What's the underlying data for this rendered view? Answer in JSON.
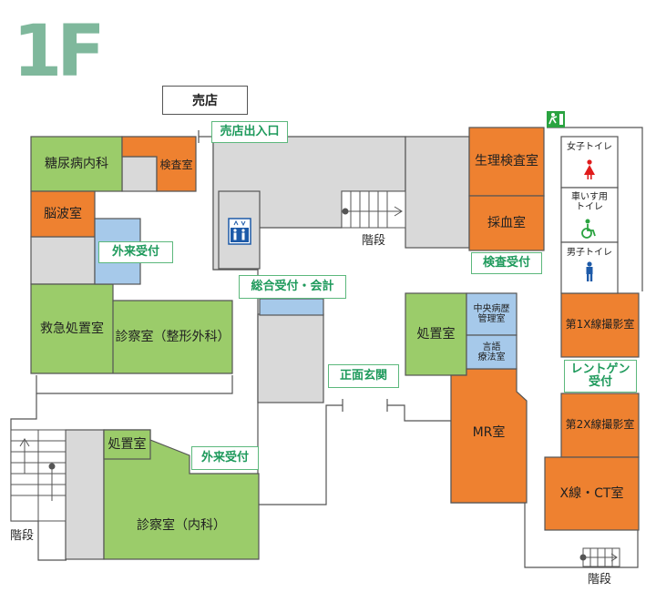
{
  "floor": "1F",
  "colors": {
    "orange": "#ee8130",
    "green": "#9bcc6a",
    "blue": "#a6c9ea",
    "gray": "#d9d9d9",
    "line": "#555555",
    "tag_green": "#1f9a5c"
  },
  "rooms": {
    "baiten": "売店",
    "tonyo": "糖尿病内科",
    "kensa_left": "検査室",
    "nouha": "脳波室",
    "kyukyu": "救急処置室",
    "shinsatsu_seikei": "診察室（整形外科）",
    "seiri_kensa": "生理検査室",
    "saiketsu": "採血室",
    "shochi_right": "処置室",
    "chuo_byori": "中央病歴\n管理室",
    "gengo": "言語\n療法室",
    "mr": "MR室",
    "xray1": "第1X線撮影室",
    "xray2": "第2X線撮影室",
    "xct": "X線・CT室",
    "shochi_left": "処置室",
    "shinsatsu_naika": "診察室（内科）",
    "women_toilet": "女子トイレ",
    "wheelchair_toilet": "車いす用\nトイレ",
    "men_toilet": "男子トイレ"
  },
  "tags": {
    "baiten_entrance": "売店出入口",
    "gairai_upper": "外来受付",
    "sogo": "総合受付・会計",
    "kensa_uketsuke": "検査受付",
    "shomen": "正面玄関",
    "gairai_lower": "外来受付",
    "rentgen": "レントゲン\n受付"
  },
  "stairs": {
    "center": "階段",
    "left": "階段",
    "right": "階段"
  },
  "icons": [
    "elevator-icon",
    "emergency-exit-icon",
    "women-toilet-icon",
    "wheelchair-icon",
    "men-toilet-icon"
  ]
}
